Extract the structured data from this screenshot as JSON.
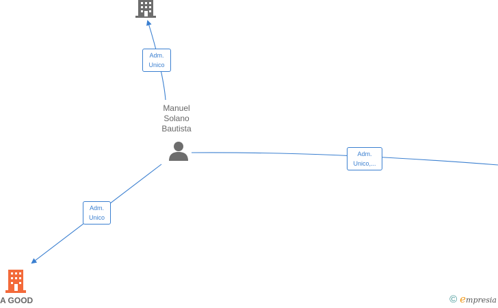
{
  "colors": {
    "edge": "#3a7fd0",
    "company_default": "#6d6d6d",
    "company_highlight": "#f36a3a",
    "person": "#6d6d6d",
    "brand_accent": "#f19a1c"
  },
  "nodes": {
    "person": {
      "name": "Manuel\nSolano\nBautista",
      "icon": "person-icon"
    },
    "company_top": {
      "icon": "building-icon"
    },
    "company_bottom_left": {
      "name": "A GOOD",
      "icon": "building-icon"
    },
    "company_right": {
      "icon": "building-icon"
    }
  },
  "edges": {
    "to_top": {
      "label": "Adm.\nUnico"
    },
    "to_right": {
      "label": "Adm.\nUnico,..."
    },
    "to_bottom_left": {
      "label": "Adm.\nUnico"
    }
  },
  "brand": {
    "copyright": "©",
    "initial": "e",
    "text": "mpresia"
  }
}
